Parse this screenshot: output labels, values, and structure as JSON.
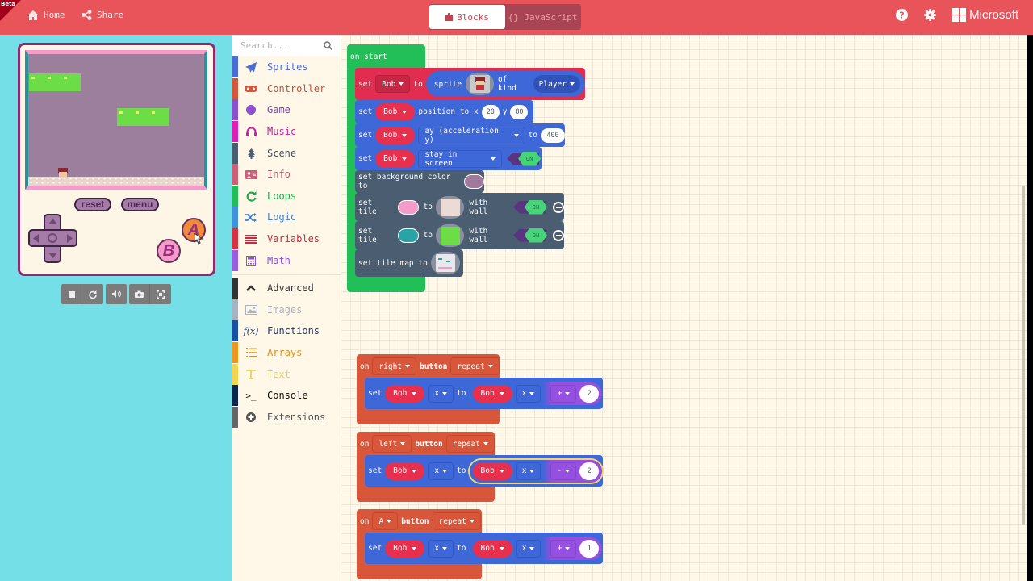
{
  "topbar": {
    "beta_label": "Beta",
    "home_label": "Home",
    "share_label": "Share",
    "editor_tabs": [
      {
        "label": "Blocks",
        "active": true
      },
      {
        "label": "{} JavaScript",
        "active": false
      }
    ],
    "help_icon": "question-circle-icon",
    "settings_icon": "gear-icon",
    "brand_label": "Microsoft"
  },
  "simulator": {
    "reset_label": "reset",
    "menu_label": "menu",
    "a_label": "A",
    "b_label": "B",
    "toolbar": [
      "stop-icon",
      "restart-icon",
      "sound-icon",
      "screenshot-icon",
      "fullscreen-icon"
    ]
  },
  "toolbox": {
    "search_placeholder": "Search...",
    "categories": [
      {
        "label": "Sprites",
        "color": "#4b6cd6",
        "icon": "paper-plane-icon"
      },
      {
        "label": "Controller",
        "color": "#d4573c",
        "icon": "gamepad-icon"
      },
      {
        "label": "Game",
        "color": "#8b4fd0",
        "icon": "circle-icon"
      },
      {
        "label": "Music",
        "color": "#e01db7",
        "icon": "headphones-icon"
      },
      {
        "label": "Scene",
        "color": "#4b5d70",
        "icon": "tree-icon"
      },
      {
        "label": "Info",
        "color": "#cf5f77",
        "icon": "id-card-icon"
      },
      {
        "label": "Loops",
        "color": "#20bf55",
        "icon": "refresh-icon"
      },
      {
        "label": "Logic",
        "color": "#3e92e0",
        "icon": "shuffle-icon"
      },
      {
        "label": "Variables",
        "color": "#dc2f45",
        "icon": "list-icon"
      },
      {
        "label": "Math",
        "color": "#9c5ce2",
        "icon": "calculator-icon"
      }
    ],
    "advanced": [
      {
        "label": "Advanced",
        "color": "#333333",
        "icon": "chevron-up-icon"
      },
      {
        "label": "Images",
        "color": "#a7b3c0",
        "icon": "image-icon"
      },
      {
        "label": "Functions",
        "color": "#1a4fa8",
        "icon": "function-icon"
      },
      {
        "label": "Arrays",
        "color": "#f0961d",
        "icon": "ordered-list-icon"
      },
      {
        "label": "Text",
        "color": "#f3d44c",
        "icon": "text-icon"
      },
      {
        "label": "Console",
        "color": "#0b2450",
        "icon": "terminal-icon"
      },
      {
        "label": "Extensions",
        "color": "#666666",
        "icon": "plus-circle-icon"
      }
    ]
  },
  "workspace": {
    "on_start": {
      "header": "on start",
      "set1": {
        "set": "set",
        "var": "Bob",
        "to": "to",
        "sprite": "sprite",
        "of_kind": "of kind",
        "kind": "Player"
      },
      "set2": {
        "set": "set",
        "var": "Bob",
        "prop": "position to x",
        "x": "20",
        "y_label": "y",
        "y": "80"
      },
      "set3": {
        "set": "set",
        "var": "Bob",
        "prop": "ay (acceleration y)",
        "to": "to",
        "value": "400"
      },
      "set4": {
        "set": "set",
        "var": "Bob",
        "prop": "stay in screen",
        "toggle": "ON"
      },
      "bg": {
        "label": "set background color to",
        "color": "#a07a9c"
      },
      "tile1": {
        "set": "set tile",
        "color": "#f39cc9",
        "to": "to",
        "wall": "with wall",
        "toggle": "ON"
      },
      "tile2": {
        "set": "set tile",
        "color": "#29a3a5",
        "to": "to",
        "wall": "with wall",
        "toggle": "ON"
      },
      "tilemap": {
        "label": "set tile map to"
      }
    },
    "events": [
      {
        "on": "on",
        "button": "right",
        "button_label": "button",
        "event": "repeat",
        "set": "set",
        "var": "Bob",
        "prop": "x",
        "to": "to",
        "var2": "Bob",
        "prop2": "x",
        "op": "+",
        "value": "2"
      },
      {
        "on": "on",
        "button": "left",
        "button_label": "button",
        "event": "repeat",
        "set": "set",
        "var": "Bob",
        "prop": "x",
        "to": "to",
        "var2": "Bob",
        "prop2": "x",
        "op": "-",
        "value": "2"
      },
      {
        "on": "on",
        "button": "A",
        "button_label": "button",
        "event": "repeat",
        "set": "set",
        "var": "Bob",
        "prop": "x",
        "to": "to",
        "var2": "Bob",
        "prop2": "x",
        "op": "+",
        "value": "1"
      }
    ]
  }
}
